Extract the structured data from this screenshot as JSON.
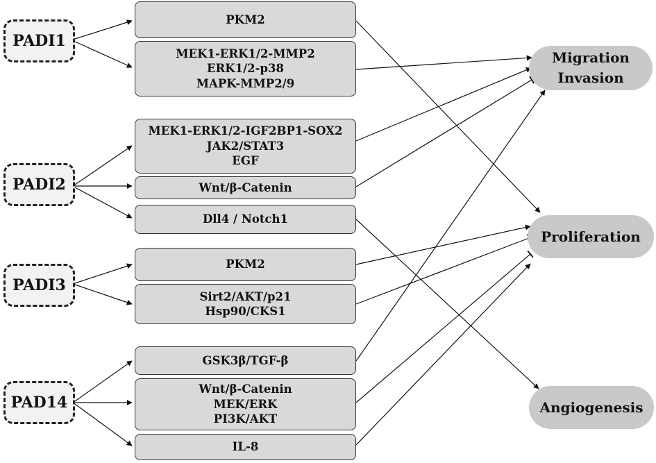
{
  "enzymes": {
    "padi1": "PADI1",
    "padi2": "PADI2",
    "padi3": "PADI3",
    "pad14": "PAD14"
  },
  "pathways": {
    "padi1_pkm2": [
      "PKM2"
    ],
    "padi1_mek": [
      "MEK1-ERK1/2-MMP2",
      "ERK1/2-p38",
      "MAPK-MMP2/9"
    ],
    "padi2_mek": [
      "MEK1-ERK1/2-IGF2BP1-SOX2",
      "JAK2/STAT3",
      "EGF"
    ],
    "padi2_wnt": [
      "Wnt/β-Catenin"
    ],
    "padi2_dll4": [
      "Dll4 / Notch1"
    ],
    "padi3_pkm2": [
      "PKM2"
    ],
    "padi3_sirt2": [
      "Sirt2/AKT/p21",
      "Hsp90/CKS1"
    ],
    "pad14_gsk": [
      "GSK3β/TGF-β"
    ],
    "pad14_wnt": [
      "Wnt/β-Catenin",
      "MEK/ERK",
      "PI3K/AKT"
    ],
    "pad14_il8": [
      "IL-8"
    ]
  },
  "outcomes": {
    "migration": [
      "Migration",
      "Invasion"
    ],
    "proliferation": [
      "Proliferation"
    ],
    "angiogenesis": [
      "Angiogenesis"
    ]
  }
}
